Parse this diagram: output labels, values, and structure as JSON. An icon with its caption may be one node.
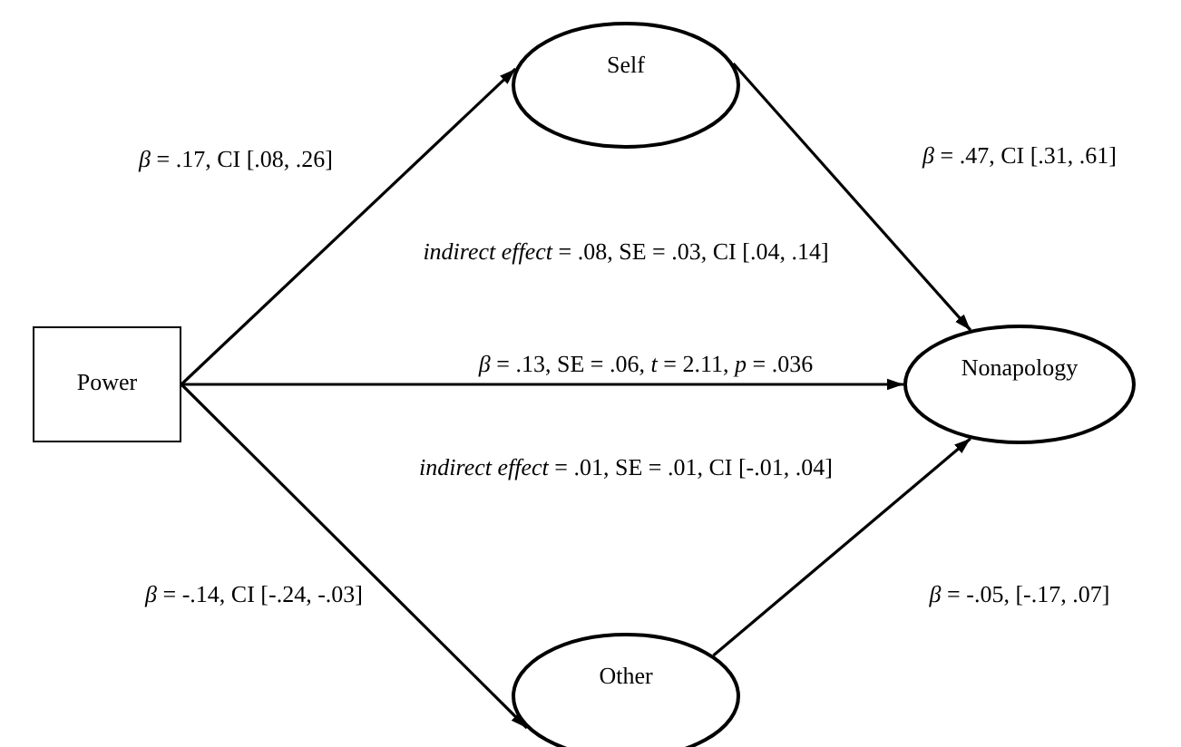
{
  "diagram": {
    "nodes": [
      {
        "text": [
          "Power"
        ]
      },
      {
        "text": [
          "Self"
        ]
      },
      {
        "text": [
          "Nonapology"
        ]
      },
      {
        "text": [
          "Other"
        ]
      }
    ],
    "edges": [
      {
        "from": 0,
        "to": 1,
        "arrow": "to",
        "label": "*β* = .17, CI [.08, .26]"
      },
      {
        "from": 1,
        "to": 2,
        "arrow": "to",
        "label": "*β* = .47, CI [.31, .61]"
      },
      {
        "from": 0,
        "to": 2,
        "arrow": "to",
        "label": "*β* = .13, SE = .06, *t* = 2.11, *p* = .036"
      },
      {
        "from": 0,
        "to": 3,
        "arrow": "to",
        "label": "*β* = -.14, CI [-.24, -.03]"
      },
      {
        "from": 3,
        "to": 2,
        "arrow": "to",
        "label": "*β* = -.05, [-.17, .07]"
      }
    ],
    "labels": [
      "*indirect effect* = .08, SE = .03, CI [.04, .14]",
      "*indirect effect* = .01, SE = .01, CI [-.01, .04]"
    ]
  }
}
